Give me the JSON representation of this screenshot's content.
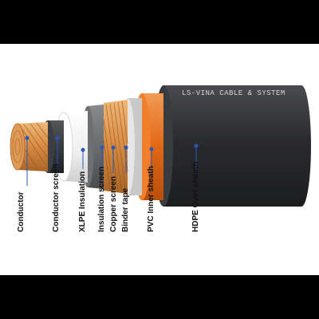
{
  "brand_text": "LS-VINA  CABLE & SYSTEM",
  "colors": {
    "sheath": "#2e2f33",
    "inner_sheath": "#e8701c",
    "copper": "#d88a40",
    "xlpe": "#f3f3f3",
    "screen": "#3a3b3e",
    "leader": "#2a56b8"
  },
  "layers": [
    {
      "name": "Conductor"
    },
    {
      "name": "Conductor screen"
    },
    {
      "name": "XLPE Insulation"
    },
    {
      "name": "Insulation screen"
    },
    {
      "name": "Copper screen"
    },
    {
      "name": "Binder tape"
    },
    {
      "name": "PVC Inner sheath"
    },
    {
      "name": "HDPE Over sheath"
    }
  ]
}
